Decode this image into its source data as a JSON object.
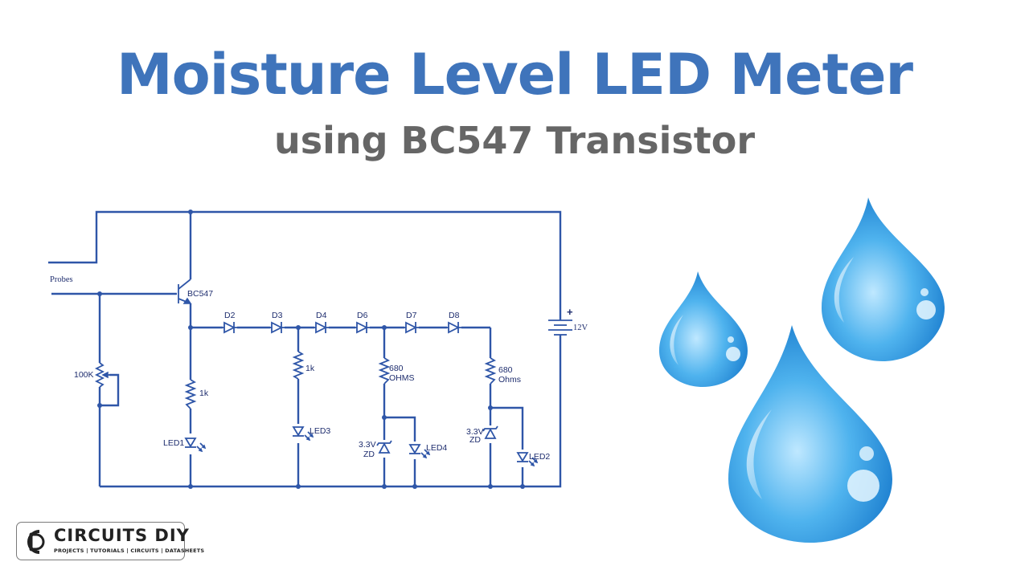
{
  "title": "Moisture Level LED Meter",
  "subtitle": "using BC547 Transistor",
  "schematic": {
    "probes": "Probes",
    "transistor": "BC547",
    "battery": "12V",
    "battery_plus": "+",
    "pot": "100K",
    "r1": "1k",
    "r2": "1k",
    "r3_value": "680",
    "r3_unit": "OHMS",
    "r4_value": "680",
    "r4_unit": "Ohms",
    "zd1_value": "3.3V",
    "zd1_type": "ZD",
    "zd2_value": "3.3V",
    "zd2_type": "ZD",
    "diodes": [
      "D2",
      "D3",
      "D4",
      "D6",
      "D7",
      "D8"
    ],
    "leds": [
      "LED1",
      "LED3",
      "LED4",
      "LED2"
    ]
  },
  "logo": {
    "name": "CIRCUITS DIY",
    "tagline": "PROJECTS | TUTORIALS | CIRCUITS | DATASHEETS"
  },
  "colors": {
    "title": "#3f74bb",
    "subtitle": "#666666",
    "wire": "#2f56a8",
    "drop": "#2a8fd8"
  },
  "decor": {
    "drops": "water-drop-icon"
  }
}
